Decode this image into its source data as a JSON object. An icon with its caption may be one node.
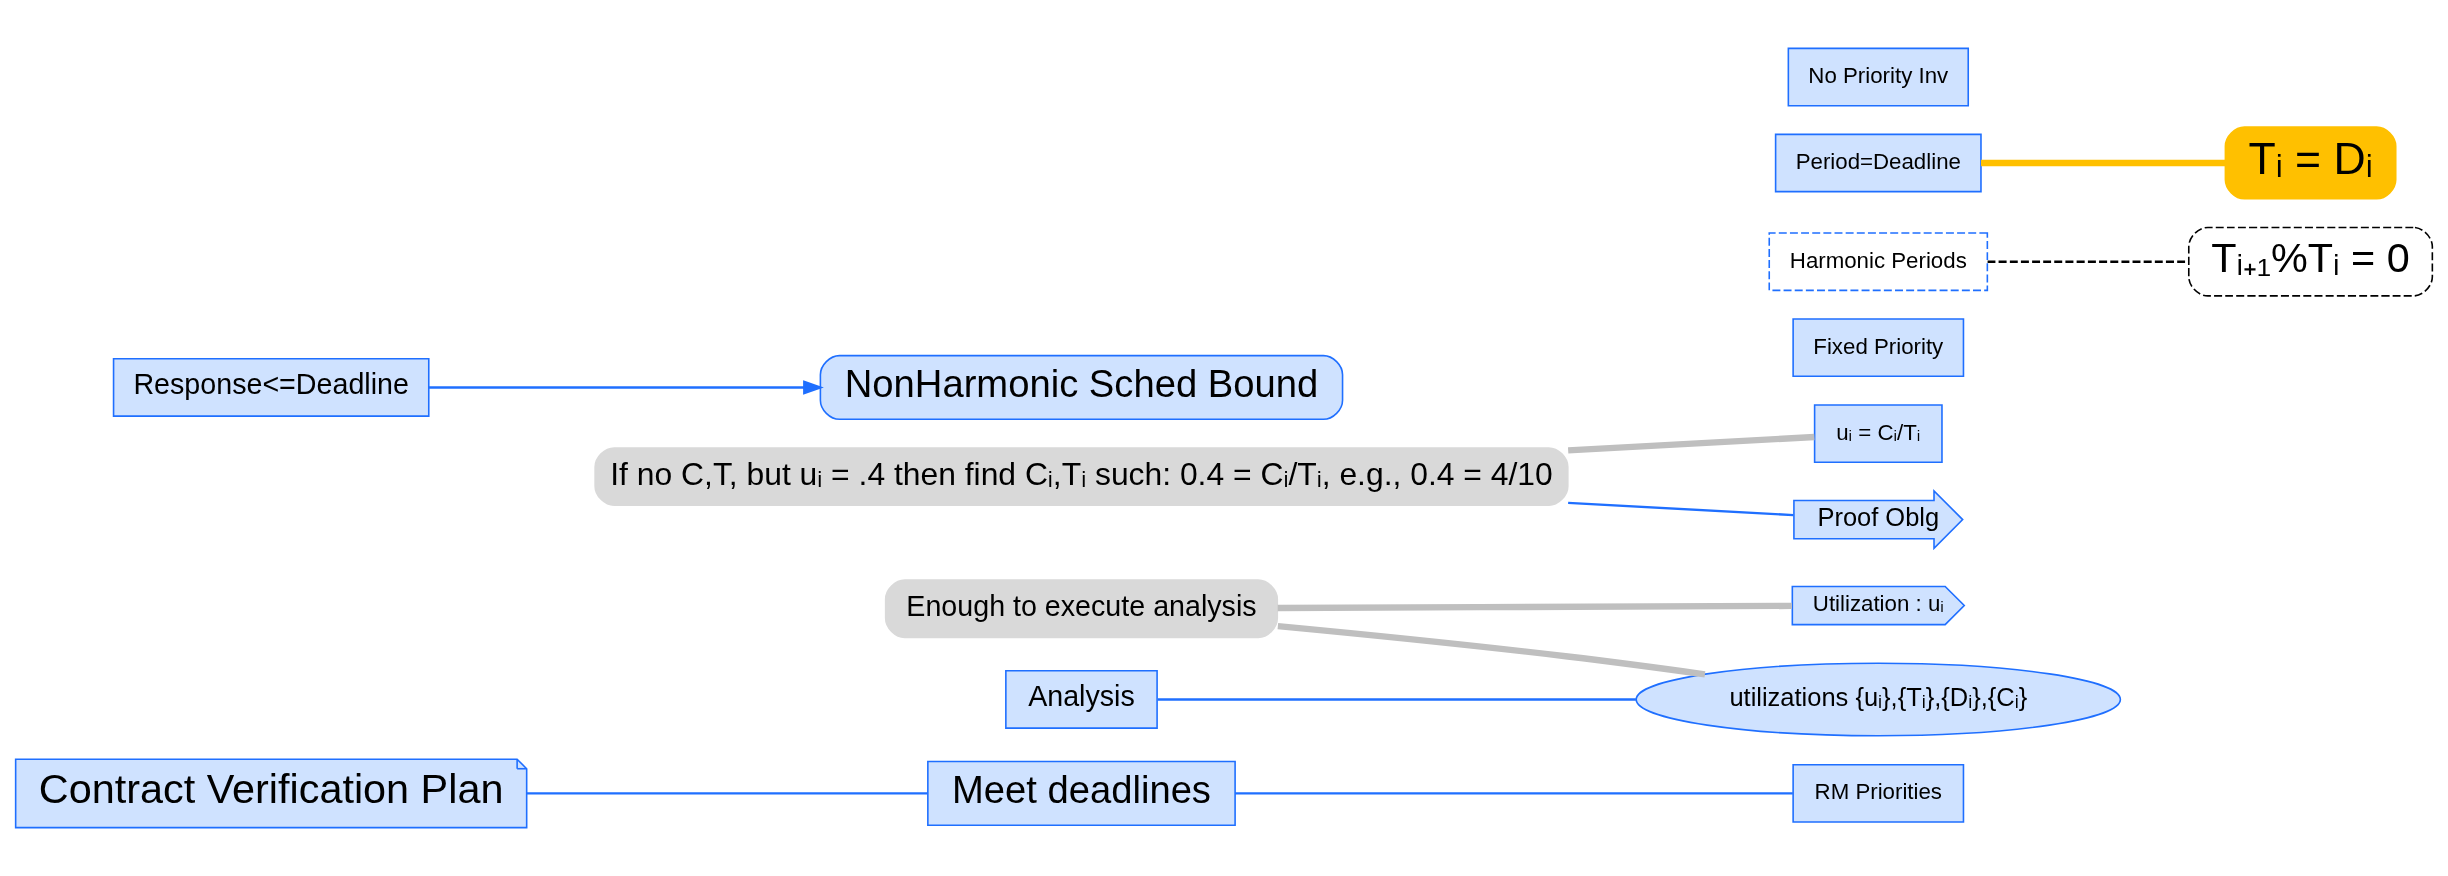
{
  "diagram": {
    "nodes": [
      {
        "text": [
          "Contract Verification Plan"
        ]
      },
      {
        "text": [
          "Meet deadlines"
        ]
      },
      {
        "text": [
          "Utilization : uᵢ"
        ]
      },
      {
        "text": [
          "uᵢ = Cᵢ/Tᵢ"
        ]
      },
      {
        "text": [
          "Fixed Priority"
        ]
      },
      {
        "text": [
          "RM Priorities"
        ]
      },
      {
        "text": [
          "Harmonic Periods"
        ]
      },
      {
        "text": [
          "Period=Deadline"
        ]
      },
      {
        "text": [
          "No Priority Inv"
        ]
      },
      {
        "text": [
          "Response<=Deadline"
        ]
      },
      {
        "text": [
          "NonHarmonic Sched Bound"
        ]
      },
      {
        "text": [
          "Analysis"
        ]
      },
      {
        "text": [
          "utilizations {uᵢ},{Tᵢ},{Dᵢ},{Cᵢ}"
        ]
      },
      {
        "text": [
          "Proof Oblg"
        ]
      },
      {
        "text": [
          "If no C,T, but uᵢ = .4 then find Cᵢ,Tᵢ such: 0.4 = Cᵢ/Tᵢ, e.g., 0.4 = 4/10"
        ]
      },
      {
        "text": [
          "Enough to execute analysis"
        ]
      },
      {
        "text": [
          "Tᵢ₊₁%Tᵢ = 0"
        ]
      },
      {
        "text": [
          "Tᵢ = Dᵢ"
        ]
      }
    ],
    "edges": [
      {
        "from": 0,
        "to": 1,
        "arrow": "none"
      },
      {
        "from": 1,
        "to": 5,
        "arrow": "none"
      },
      {
        "from": 9,
        "to": 10,
        "arrow": "to"
      },
      {
        "from": 11,
        "to": 12,
        "arrow": "none"
      },
      {
        "from": 15,
        "to": 2,
        "arrow": "none",
        "color": "#bfbfbf",
        "style": "thick"
      },
      {
        "from": 15,
        "to": 12,
        "arrow": "none",
        "color": "#bfbfbf",
        "style": "thick"
      },
      {
        "from": 14,
        "to": 3,
        "arrow": "none",
        "color": "#bfbfbf",
        "style": "thick"
      },
      {
        "from": 14,
        "to": 13,
        "arrow": "none"
      },
      {
        "from": 6,
        "to": 16,
        "arrow": "none",
        "style": "dashed",
        "color": "#000000"
      },
      {
        "from": 7,
        "to": 17,
        "arrow": "none",
        "color": "#ffc000",
        "style": "thick"
      }
    ]
  }
}
